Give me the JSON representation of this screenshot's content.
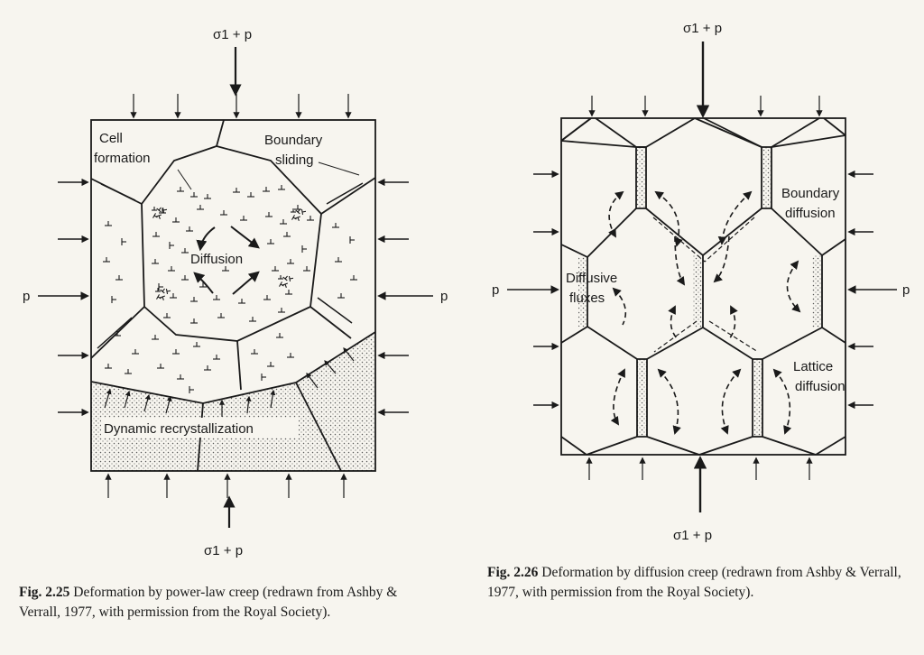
{
  "fig25": {
    "top_load": "σ1 + p",
    "bottom_load": "σ1 + p",
    "left_load": "p",
    "right_load": "p",
    "label_cell_1": "Cell",
    "label_cell_2": "formation",
    "label_sliding_1": "Boundary",
    "label_sliding_2": "sliding",
    "label_diffusion": "Diffusion",
    "label_recryst": "Dynamic recrystallization",
    "caption_num": "Fig. 2.25",
    "caption_text": " Deformation by power-law creep (redrawn from Ashby & Verrall, 1977, with permission from the Royal Society)."
  },
  "fig26": {
    "top_load": "σ1 + p",
    "bottom_load": "σ1 + p",
    "left_load": "p",
    "right_load": "p",
    "label_boundary_1": "Boundary",
    "label_boundary_2": "diffusion",
    "label_fluxes_1": "Diffusive",
    "label_fluxes_2": "fluxes",
    "label_lattice_1": "Lattice",
    "label_lattice_2": "diffusion",
    "caption_num": "Fig. 2.26",
    "caption_text": " Deformation by diffusion creep (redrawn from Ashby & Verrall, 1977, with permission from the Royal Society)."
  }
}
